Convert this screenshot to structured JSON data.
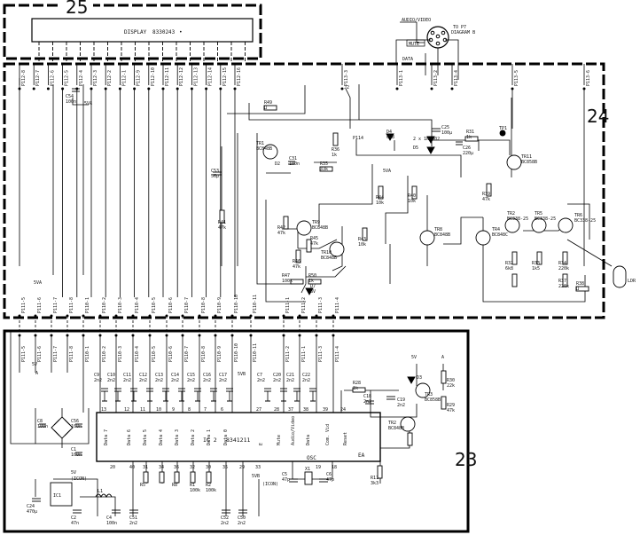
{
  "modules": {
    "display_module": "25",
    "control_board": "24",
    "main_board": "23"
  },
  "display": {
    "label": "DISPLAY",
    "part": "8330243",
    "dot": "•"
  },
  "connector": {
    "title": "AUDIO/VIDEO",
    "to": "TO P7",
    "diagram": "DIAGRAM B",
    "mute": "MUTE",
    "data": "DATA"
  },
  "top_pins": [
    "P112-8",
    "P112-7",
    "P112-6",
    "P112-5",
    "P112-4",
    "P112-3",
    "P112-2",
    "P112-1",
    "P112-9",
    "P112-10",
    "P112-11",
    "P112-12",
    "P112-13",
    "P112-14",
    "P112-15",
    "P112-16"
  ],
  "top_pins_right": [
    "P113-3",
    "P113-1",
    "P113-2",
    "P113-4",
    "P113-5",
    "P113-6"
  ],
  "voltages": {
    "v5va": "5VA",
    "v5vb": "5VB",
    "v5v": "5V",
    "v5v_icon": "5V (ICON)",
    "a": "A",
    "v5vb_icon": "5VB (ICON)"
  },
  "components_top": [
    {
      "ref": "C54",
      "val": "100n"
    },
    {
      "ref": "R49",
      "val": "Ω"
    },
    {
      "ref": "J2",
      "val": ""
    },
    {
      "ref": "R36",
      "val": "1k"
    },
    {
      "ref": "C25",
      "val": "100μ"
    },
    {
      "ref": "D4",
      "val": "6V8"
    },
    {
      "ref": "2 x 1N4002",
      "val": ""
    },
    {
      "ref": "D5",
      "val": ""
    },
    {
      "ref": "C26",
      "val": "220μ"
    },
    {
      "ref": "R31",
      "val": "1k"
    },
    {
      "ref": "TP1",
      "val": ""
    },
    {
      "ref": "TR11",
      "val": "BC858B"
    },
    {
      "ref": "TR1",
      "val": "BC848B"
    },
    {
      "ref": "D2",
      "val": ""
    },
    {
      "ref": "C31",
      "val": "100n"
    },
    {
      "ref": "R35",
      "val": "33k"
    },
    {
      "ref": "P114",
      "val": ""
    },
    {
      "ref": "C53",
      "val": "56p"
    },
    {
      "ref": "R41",
      "val": "47k"
    },
    {
      "ref": "R44",
      "val": "10k"
    },
    {
      "ref": "R40",
      "val": "10k"
    },
    {
      "ref": "R42",
      "val": "47k"
    },
    {
      "ref": "TR9",
      "val": "BC848B"
    },
    {
      "ref": "R45",
      "val": "47k"
    },
    {
      "ref": "TR10",
      "val": "BC848B"
    },
    {
      "ref": "R46",
      "val": "47k"
    },
    {
      "ref": "R43",
      "val": "10k"
    },
    {
      "ref": "TR8",
      "val": "BC848B"
    },
    {
      "ref": "TR4",
      "val": "BC848C"
    },
    {
      "ref": "TR2",
      "val": "BC338-25"
    },
    {
      "ref": "TR5",
      "val": "BC338-25"
    },
    {
      "ref": "TR6",
      "val": "BC338-25"
    },
    {
      "ref": "R47",
      "val": "100k"
    },
    {
      "ref": "R50",
      "val": "1k"
    },
    {
      "ref": "D7",
      "val": "BV"
    },
    {
      "ref": "R32",
      "val": "6k8"
    },
    {
      "ref": "R33",
      "val": "1k5"
    },
    {
      "ref": "R34",
      "val": "220k"
    },
    {
      "ref": "R37",
      "val": "220k"
    },
    {
      "ref": "R38",
      "val": "Ω"
    },
    {
      "ref": "LDR",
      "val": ""
    },
    {
      "ref": "R39",
      "val": "47k"
    }
  ],
  "mid_pins": [
    "P111-5",
    "P111-6",
    "P111-7",
    "P111-8",
    "P110-1",
    "P110-2",
    "P110-3",
    "P110-4",
    "P110-5",
    "P110-6",
    "P110-7",
    "P110-8",
    "P110-9",
    "P110-10",
    "P110-11",
    "P111-1",
    "P111-2",
    "P111-3",
    "P111-4"
  ],
  "bottom_pins": [
    "P111-5",
    "P111-6",
    "P111-7",
    "P111-8",
    "P110-1",
    "P110-2",
    "P110-3",
    "P110-4",
    "P110-5",
    "P110-6",
    "P110-7",
    "P110-8",
    "P110-9",
    "P110-10",
    "P110-11",
    "P111-2",
    "P111-1",
    "P111-3",
    "P111-4"
  ],
  "ic2": {
    "ref": "IC 2",
    "part": "8341211",
    "osc": "OSC",
    "ea": "EA",
    "pins_top": [
      "Data 7",
      "Data 6",
      "Data 5",
      "Data 4",
      "Data 3",
      "Data 2",
      "Data 1",
      "Data 0",
      "E",
      "Mute",
      "Audio/Video",
      "Data",
      "Com. Vid",
      "Reset"
    ],
    "pin_numbers_top": [
      "13",
      "12",
      "11",
      "10",
      "9",
      "8",
      "7",
      "6",
      "27",
      "28",
      "37",
      "38",
      "39",
      "24"
    ],
    "pin_numbers_bottom": [
      "20",
      "40",
      "31",
      "34",
      "36",
      "32",
      "30",
      "35",
      "29",
      "33",
      "19",
      "18"
    ]
  },
  "components_bottom": [
    {
      "ref": "C9",
      "val": "2n2"
    },
    {
      "ref": "C10",
      "val": "2n2"
    },
    {
      "ref": "C11",
      "val": "2n2"
    },
    {
      "ref": "C12",
      "val": "2n2"
    },
    {
      "ref": "C13",
      "val": "2n2"
    },
    {
      "ref": "C14",
      "val": "2n2"
    },
    {
      "ref": "C15",
      "val": "2n2"
    },
    {
      "ref": "C16",
      "val": "2n2"
    },
    {
      "ref": "C17",
      "val": "2n2"
    },
    {
      "ref": "C7",
      "val": "2n2"
    },
    {
      "ref": "C20",
      "val": "2n2"
    },
    {
      "ref": "C21",
      "val": "2n2"
    },
    {
      "ref": "C22",
      "val": "2n2"
    },
    {
      "ref": "R28",
      "val": "1k"
    },
    {
      "ref": "C19",
      "val": "2n2"
    },
    {
      "ref": "C18",
      "val": "2n2"
    },
    {
      "ref": "D3",
      "val": ""
    },
    {
      "ref": "TR3",
      "val": "BC858B"
    },
    {
      "ref": "TR2",
      "val": "BC848B"
    },
    {
      "ref": "R30",
      "val": "22k"
    },
    {
      "ref": "R29",
      "val": "47k"
    },
    {
      "ref": "C8",
      "val": "100n"
    },
    {
      "ref": "C56",
      "val": "100n"
    },
    {
      "ref": "C1",
      "val": "100n"
    },
    {
      "ref": "IC1",
      "val": ""
    },
    {
      "ref": "C24",
      "val": "470μ"
    },
    {
      "ref": "C2",
      "val": "47n"
    },
    {
      "ref": "L1",
      "val": ""
    },
    {
      "ref": "C4",
      "val": "100n"
    },
    {
      "ref": "C51",
      "val": "2n2"
    },
    {
      "ref": "C52",
      "val": "2n2"
    },
    {
      "ref": "C50",
      "val": "2n2"
    },
    {
      "ref": "C5",
      "val": "47p"
    },
    {
      "ref": "X1",
      "val": ""
    },
    {
      "ref": "C6",
      "val": "47p"
    },
    {
      "ref": "R11",
      "val": "3k3"
    },
    {
      "ref": "R5",
      "val": ""
    },
    {
      "ref": "R1",
      "val": "100k"
    },
    {
      "ref": "R2",
      "val": "100k"
    },
    {
      "ref": "R8",
      "val": ""
    }
  ]
}
